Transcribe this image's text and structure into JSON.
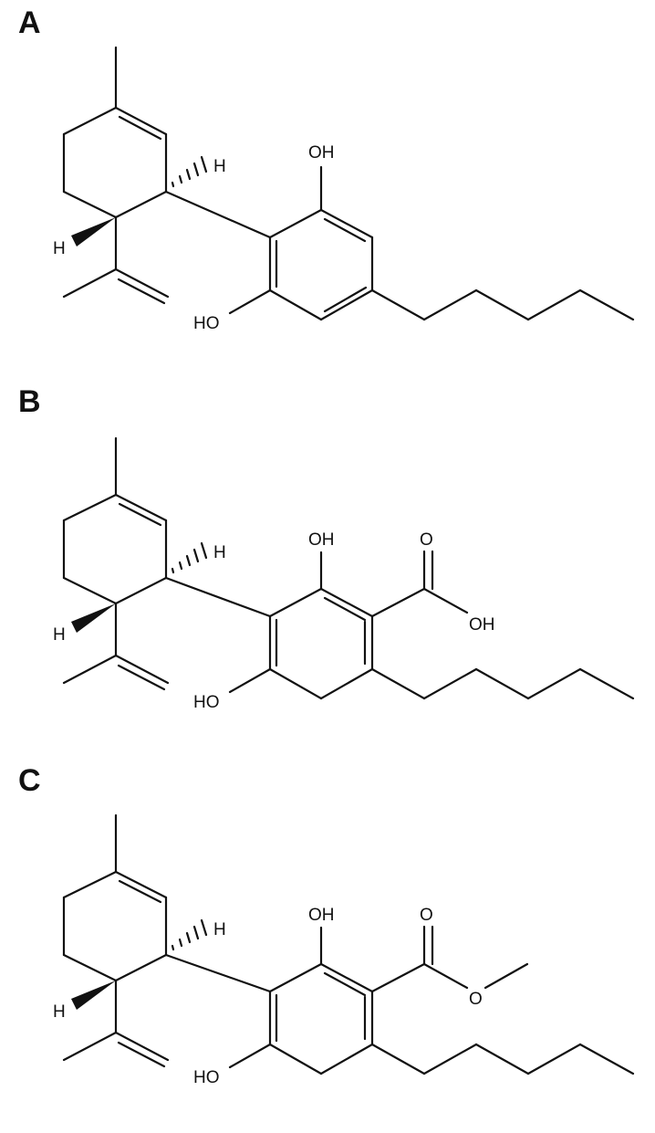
{
  "panels": [
    {
      "label": "A",
      "atoms": {
        "oh_top": "OH",
        "oh_bottom": "HO",
        "h_wedge": "H",
        "h_hash": "H"
      }
    },
    {
      "label": "B",
      "atoms": {
        "oh_top": "OH",
        "oh_bottom": "HO",
        "h_wedge": "H",
        "h_hash": "H",
        "carbonyl_o": "O",
        "acid_oh": "OH"
      }
    },
    {
      "label": "C",
      "atoms": {
        "oh_top": "OH",
        "oh_bottom": "HO",
        "h_wedge": "H",
        "h_hash": "H",
        "carbonyl_o": "O",
        "ester_o": "O"
      }
    }
  ]
}
